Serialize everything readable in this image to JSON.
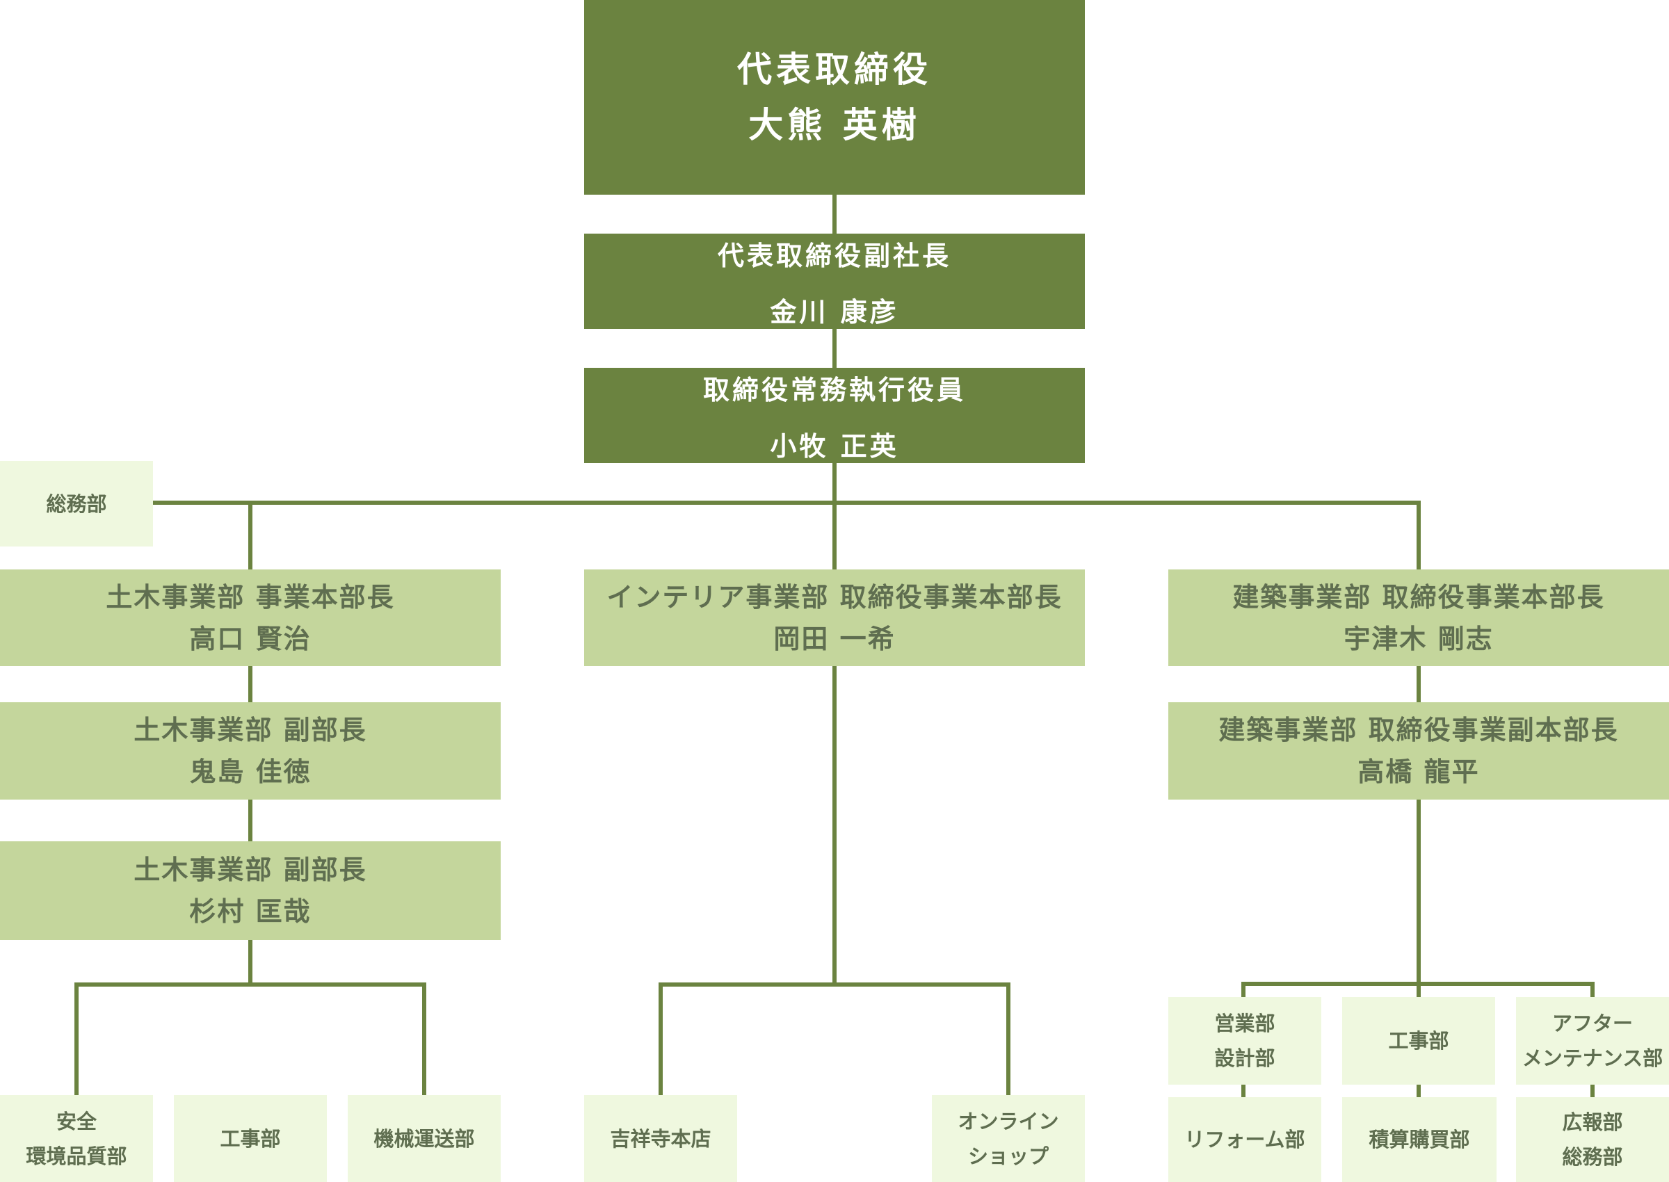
{
  "president": {
    "title": "代表取締役",
    "name": "大熊 英樹"
  },
  "vice_president": {
    "title": "代表取締役副社長",
    "name": "金川 康彦"
  },
  "managing_director": {
    "title": "取締役常務執行役員",
    "name": "小牧 正英"
  },
  "general_affairs": {
    "label": "総務部"
  },
  "civil": {
    "head": {
      "title": "土木事業部 事業本部長",
      "name": "高口 賢治"
    },
    "deputy1": {
      "title": "土木事業部 副部長",
      "name": "鬼島 佳徳"
    },
    "deputy2": {
      "title": "土木事業部 副部長",
      "name": "杉村 匡哉"
    },
    "depts": [
      {
        "line1": "安全",
        "line2": "環境品質部"
      },
      {
        "line1": "工事部"
      },
      {
        "line1": "機械運送部"
      }
    ]
  },
  "interior": {
    "head": {
      "title": "インテリア事業部 取締役事業本部長",
      "name": "岡田 一希"
    },
    "depts": [
      {
        "line1": "吉祥寺本店"
      },
      {
        "line1": "オンライン",
        "line2": "ショップ"
      }
    ]
  },
  "architecture": {
    "head": {
      "title": "建築事業部 取締役事業本部長",
      "name": "宇津木 剛志"
    },
    "deputy": {
      "title": "建築事業部 取締役事業副本部長",
      "name": "高橋 龍平"
    },
    "depts_upper": [
      {
        "line1": "営業部",
        "line2": "設計部"
      },
      {
        "line1": "工事部"
      },
      {
        "line1": "アフター",
        "line2": "メンテナンス部"
      }
    ],
    "depts_lower": [
      {
        "line1": "リフォーム部"
      },
      {
        "line1": "積算購買部"
      },
      {
        "line1": "広報部",
        "line2": "総務部"
      }
    ]
  }
}
